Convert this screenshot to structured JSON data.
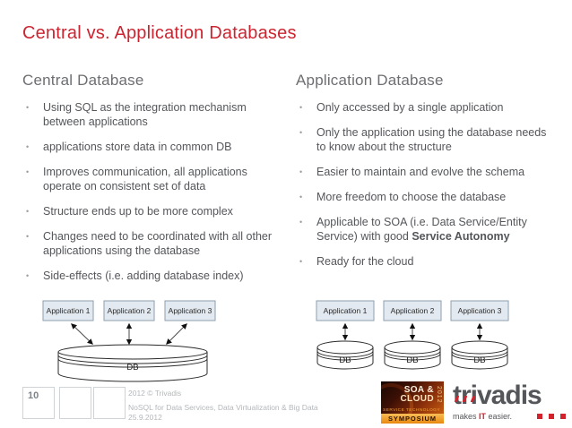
{
  "slide": {
    "title": "Central vs. Application Databases",
    "page_number": "10"
  },
  "ui": {
    "bullet_glyph": "•"
  },
  "left_column": {
    "heading": "Central Database",
    "bullets": [
      {
        "text": "Using SQL as the integration mechanism between applications"
      },
      {
        "text": "applications store data in common DB"
      },
      {
        "text": "Improves communication, all applications operate on consistent set of data"
      },
      {
        "text": "Structure ends up to be more complex"
      },
      {
        "text": "Changes need to be coordinated with all other applications using the database"
      },
      {
        "text": "Side-effects (i.e. adding database index)"
      }
    ]
  },
  "right_column": {
    "heading": "Application Database",
    "bullets": [
      {
        "text": "Only accessed by a single application"
      },
      {
        "text": "Only the application using the database needs to know about the structure"
      },
      {
        "text": "Easier to maintain and evolve the schema"
      },
      {
        "text": "More freedom to choose the database"
      },
      {
        "text": "Applicable to SOA (i.e. Data Service/Entity Service) with good ",
        "bold": "Service Autonomy"
      },
      {
        "text": "Ready for the cloud"
      }
    ]
  },
  "diagrams": {
    "central": {
      "applications": [
        "Application 1",
        "Application 2",
        "Application 3"
      ],
      "database_label": "DB"
    },
    "application": {
      "applications": [
        "Application 1",
        "Application 2",
        "Application 3"
      ],
      "database_labels": [
        "DB",
        "DB",
        "DB"
      ]
    }
  },
  "footer": {
    "copyright": "2012 © Trivadis",
    "presentation_title": "NoSQL for Data Services, Data Virtualization & Big Data",
    "date": "25.9.2012"
  },
  "logos": {
    "symposium": {
      "line1": "SOA &",
      "line2": "CLOUD",
      "year": "2012",
      "service_line": "SERVICE TECHNOLOGY",
      "bar": "SYMPOSIUM"
    },
    "trivadis": {
      "wordmark": "trivadis",
      "tagline_prefix": "makes ",
      "tagline_highlight": "IT",
      "tagline_suffix": " easier."
    }
  },
  "colors": {
    "title_red": "#cb2531",
    "heading_gray": "#6d6e71",
    "body_gray": "#54565a",
    "trivadis_red": "#d2232c",
    "app_box_fill": "#e2e9f0",
    "symposium_orange": "#e8890f"
  }
}
